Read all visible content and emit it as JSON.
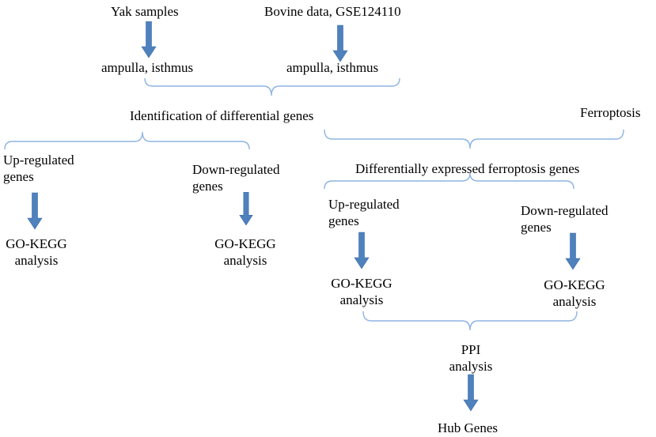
{
  "colors": {
    "arrow": "#4f81bd",
    "arrow_edge": "#3a6ca8",
    "brace": "#8db3e2",
    "text": "#000000"
  },
  "nodes": {
    "yak_samples": "Yak samples",
    "bovine_data": "Bovine data, GSE124110",
    "yak_tissues": "ampulla, isthmus",
    "bovine_tissues": "ampulla, isthmus",
    "identification": "Identification of differential genes",
    "ferroptosis": "Ferroptosis",
    "left_up": [
      "Up-regulated",
      "genes"
    ],
    "left_down": [
      "Down-regulated",
      "genes"
    ],
    "left_up_analysis": [
      "GO-KEGG",
      "analysis"
    ],
    "left_down_analysis": [
      "GO-KEGG",
      "analysis"
    ],
    "de_ferroptosis": "Differentially expressed ferroptosis genes",
    "right_up": [
      "Up-regulated",
      "genes"
    ],
    "right_down": [
      "Down-regulated",
      "genes"
    ],
    "right_up_analysis": [
      "GO-KEGG",
      "analysis"
    ],
    "right_down_analysis": [
      "GO-KEGG",
      "analysis"
    ],
    "ppi": [
      "PPI",
      "analysis"
    ],
    "hub_genes": "Hub Genes"
  }
}
